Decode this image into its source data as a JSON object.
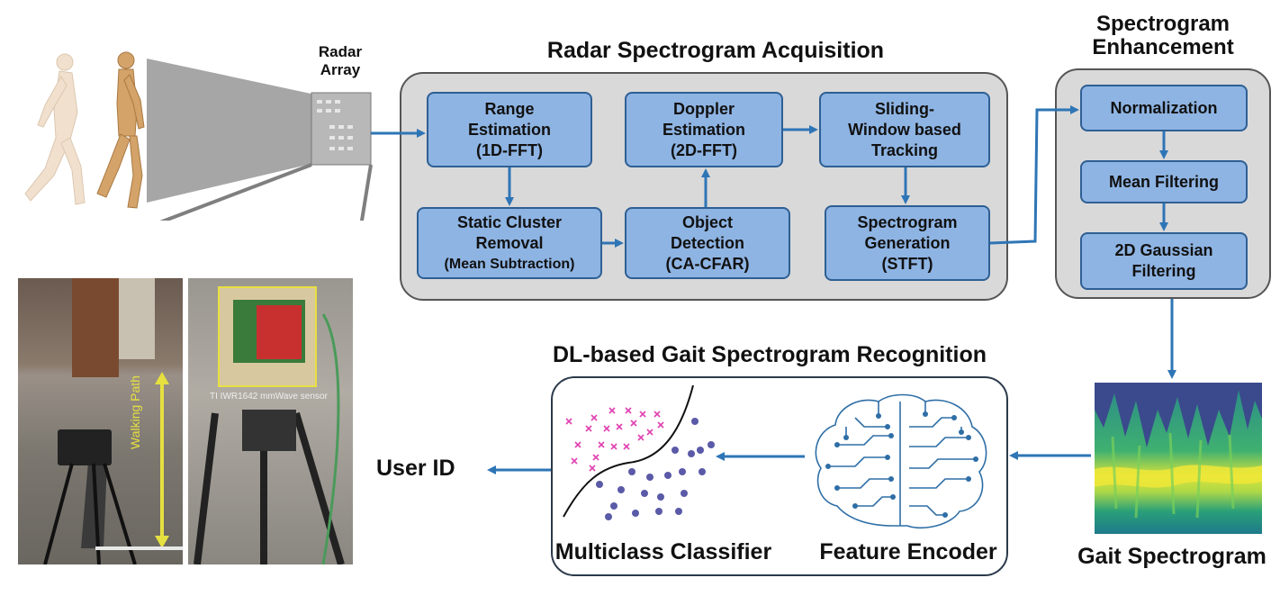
{
  "labels": {
    "radar_array": [
      "Radar",
      "Array"
    ],
    "acquisition_title": "Radar Spectrogram Acquisition",
    "enhancement_title": [
      "Spectrogram",
      "Enhancement"
    ],
    "recognition_title": "DL-based Gait Spectrogram Recognition",
    "user_id": "User ID",
    "gait_spectrogram": "Gait Spectrogram",
    "multiclass_classifier": "Multiclass Classifier",
    "feature_encoder": "Feature Encoder",
    "walking_path": "Walking Path",
    "sensor": "TI IWR1642 mmWave sensor"
  },
  "acquisition": {
    "range": [
      "Range",
      "Estimation",
      "(1D-FFT)"
    ],
    "static": [
      "Static Cluster",
      "Removal",
      "(Mean Subtraction)"
    ],
    "doppler": [
      "Doppler",
      "Estimation",
      "(2D-FFT)"
    ],
    "object": [
      "Object",
      "Detection",
      "(CA-CFAR)"
    ],
    "tracking": [
      "Sliding-",
      "Window based",
      "Tracking"
    ],
    "generation": [
      "Spectrogram",
      "Generation",
      "(STFT)"
    ]
  },
  "enhancement": {
    "normalization": "Normalization",
    "mean": "Mean Filtering",
    "gaussian": [
      "2D Gaussian",
      "Filtering"
    ]
  },
  "colors": {
    "box_fill": "#8eb4e3",
    "box_border": "#2e5f94",
    "panel_fill": "#d9d9d9",
    "arrow": "#2e75b6",
    "class_a": "#e040b0",
    "class_b": "#5a5aa8"
  }
}
